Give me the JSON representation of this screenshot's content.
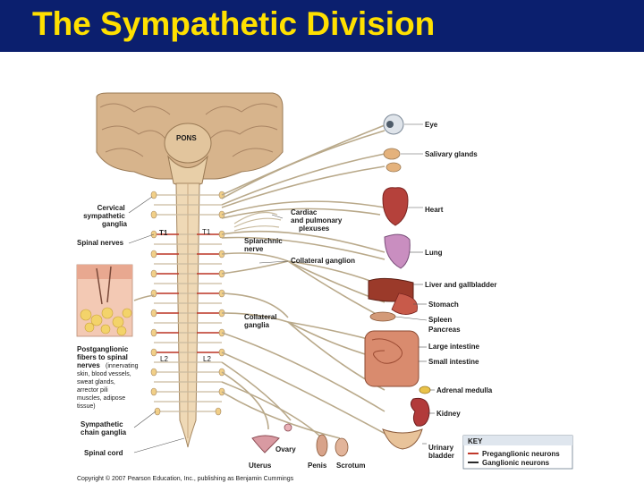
{
  "slide": {
    "title": "The Sympathetic Division",
    "copyright": "Copyright © 2007 Pearson Education, Inc., publishing as Benjamin Cummings"
  },
  "diagram": {
    "brain_labels": {
      "pons": "PONS",
      "t1_left": "T1",
      "t1_right": "T1",
      "l2_left": "L2",
      "l2_right": "L2"
    },
    "left_labels": {
      "cervical_ganglia": [
        "Cervical",
        "sympathetic",
        "ganglia"
      ],
      "spinal_nerves": "Spinal nerves",
      "postganglionic_bold": [
        "Postganglionic",
        "fibers to spinal",
        "nerves"
      ],
      "postganglionic_detail_1": "(innervating",
      "postganglionic_detail": [
        "skin, blood vessels,",
        "sweat glands,",
        "arrector pili",
        "muscles, adipose",
        "tissue)"
      ],
      "chain_ganglia": [
        "Sympathetic",
        "chain ganglia"
      ],
      "spinal_cord": "Spinal cord"
    },
    "middle_labels": {
      "cardiac_plexuses": [
        "Cardiac",
        "and pulmonary",
        "plexuses"
      ],
      "splanchnic_nerve": [
        "Splanchnic",
        "nerve"
      ],
      "collateral_ganglion": "Collateral ganglion",
      "collateral_ganglia": [
        "Collateral",
        "ganglia"
      ],
      "ovary": "Ovary",
      "uterus": "Uterus",
      "penis": "Penis",
      "scrotum": "Scrotum"
    },
    "organ_labels": {
      "eye": "Eye",
      "salivary": "Salivary glands",
      "heart": "Heart",
      "lung": "Lung",
      "liver": "Liver and gallbladder",
      "stomach": "Stomach",
      "spleen": "Spleen",
      "pancreas": "Pancreas",
      "large_intestine": "Large intestine",
      "small_intestine": "Small intestine",
      "adrenal": "Adrenal medulla",
      "kidney": "Kidney",
      "bladder": [
        "Urinary",
        "bladder"
      ]
    },
    "key": {
      "title": "KEY",
      "preganglionic": "Preganglionic neurons",
      "ganglionic": "Ganglionic neurons",
      "preganglionic_color": "#c0392b",
      "ganglionic_color": "#2a2a2a"
    }
  },
  "colors": {
    "title_bar": "#0b1f6e",
    "title_text": "#ffe000"
  }
}
